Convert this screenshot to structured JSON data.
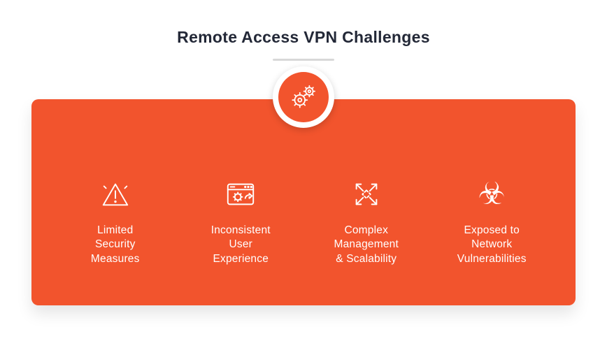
{
  "title": "Remote Access VPN Challenges",
  "colors": {
    "accent": "#f2542d",
    "title_text": "#232837",
    "divider": "#d8d8d8",
    "icon_text": "#ffffff"
  },
  "badge": {
    "icon": "gears-icon"
  },
  "challenges": [
    {
      "icon": "warning-triangle-icon",
      "label": "Limited\nSecurity\nMeasures"
    },
    {
      "icon": "browser-gear-icon",
      "label": "Inconsistent\nUser\nExperience"
    },
    {
      "icon": "expand-arrows-icon",
      "label": "Complex\nManagement\n& Scalability"
    },
    {
      "icon": "biohazard-icon",
      "label": "Exposed to\nNetwork\nVulnerabilities",
      "glyph": "☣"
    }
  ]
}
